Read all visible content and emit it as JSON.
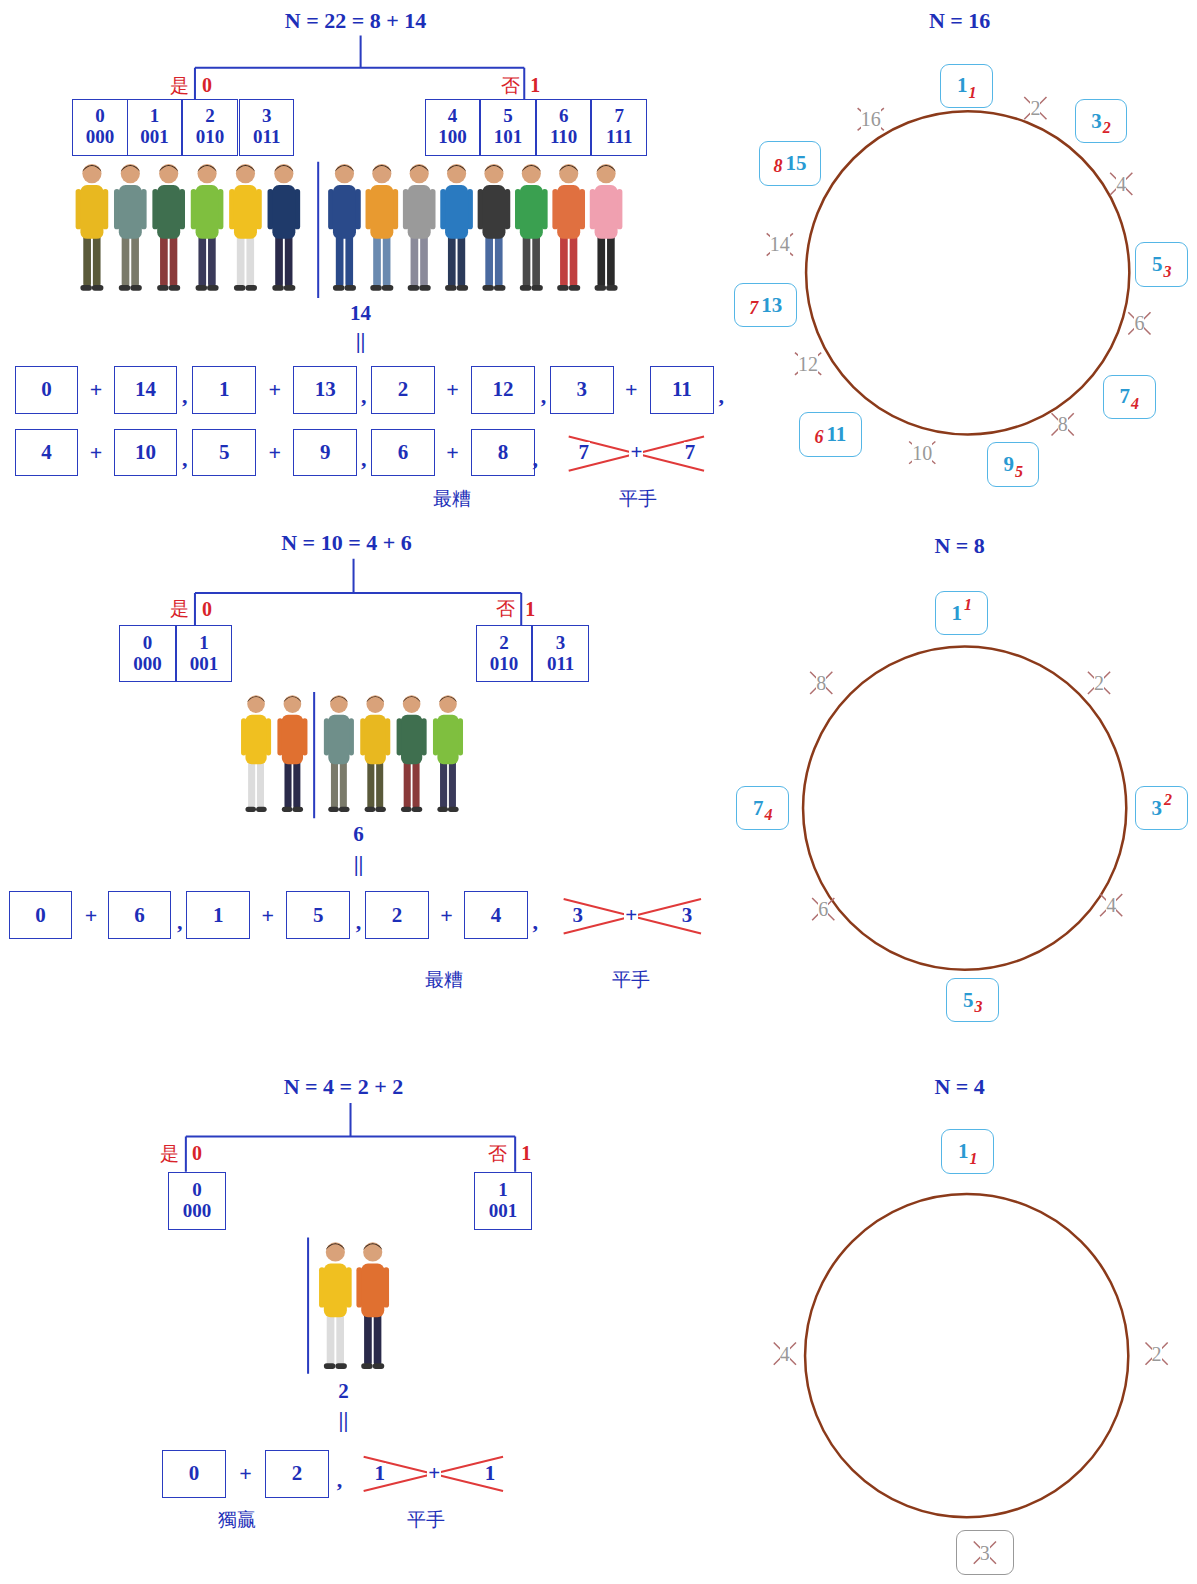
{
  "diagram": {
    "nodes": [
      {
        "text": [
          "0",
          "000"
        ]
      },
      {
        "text": [
          "1",
          "001"
        ]
      },
      {
        "text": [
          "2",
          "010"
        ]
      },
      {
        "text": [
          "3",
          "011"
        ]
      },
      {
        "text": [
          "4",
          "100"
        ]
      },
      {
        "text": [
          "5",
          "101"
        ]
      },
      {
        "text": [
          "6",
          "110"
        ]
      },
      {
        "text": [
          "7",
          "111"
        ]
      },
      {
        "text": [
          "0"
        ]
      },
      {
        "text": [
          "14"
        ]
      },
      {
        "text": [
          "1"
        ]
      },
      {
        "text": [
          "13"
        ]
      },
      {
        "text": [
          "2"
        ]
      },
      {
        "text": [
          "12"
        ]
      },
      {
        "text": [
          "3"
        ]
      },
      {
        "text": [
          "11"
        ]
      },
      {
        "text": [
          "4"
        ]
      },
      {
        "text": [
          "10"
        ]
      },
      {
        "text": [
          "5"
        ]
      },
      {
        "text": [
          "9"
        ]
      },
      {
        "text": [
          "6"
        ]
      },
      {
        "text": [
          "8"
        ]
      },
      {
        "text": [
          "1",
          "1"
        ]
      },
      {
        "text": [
          "3",
          "2"
        ]
      },
      {
        "text": [
          "5",
          "3"
        ]
      },
      {
        "text": [
          "7",
          "4"
        ]
      },
      {
        "text": [
          "9",
          "5"
        ]
      },
      {
        "text": [
          "6",
          "11"
        ]
      },
      {
        "text": [
          "7",
          "13"
        ]
      },
      {
        "text": [
          "8",
          "15"
        ]
      },
      {
        "text": [
          "0",
          "000"
        ]
      },
      {
        "text": [
          "1",
          "001"
        ]
      },
      {
        "text": [
          "2",
          "010"
        ]
      },
      {
        "text": [
          "3",
          "011"
        ]
      },
      {
        "text": [
          "0"
        ]
      },
      {
        "text": [
          "6"
        ]
      },
      {
        "text": [
          "1"
        ]
      },
      {
        "text": [
          "5"
        ]
      },
      {
        "text": [
          "2"
        ]
      },
      {
        "text": [
          "4"
        ]
      },
      {
        "text": [
          "1",
          "1"
        ]
      },
      {
        "text": [
          "3",
          "2"
        ]
      },
      {
        "text": [
          "5",
          "3"
        ]
      },
      {
        "text": [
          "7",
          "4"
        ]
      },
      {
        "text": [
          "0",
          "000"
        ]
      },
      {
        "text": [
          "1",
          "001"
        ]
      },
      {
        "text": [
          "0"
        ]
      },
      {
        "text": [
          "2"
        ]
      },
      {
        "text": [
          "1",
          "1"
        ]
      },
      {
        "text": [
          "3"
        ]
      }
    ],
    "labels": [
      "N = 22 = 8 + 14",
      "是",
      "0",
      "否",
      "1",
      "14",
      "||",
      "+",
      ",",
      "+",
      ",",
      "+",
      ",",
      "+",
      ",",
      "+",
      ",",
      "+",
      ",",
      "+",
      ",",
      "7",
      "+",
      "7",
      "最糟",
      "平手",
      "N = 16",
      "16",
      "2",
      "4",
      "6",
      "8",
      "10",
      "12",
      "14",
      "N = 10 = 4 + 6",
      "是",
      "0",
      "否",
      "1",
      "6",
      "||",
      "+",
      ",",
      "+",
      ",",
      "+",
      ",",
      "3",
      "+",
      "3",
      "最糟",
      "平手",
      "N = 8",
      "2",
      "4",
      "6",
      "8",
      "N = 4 = 2 + 2",
      "是",
      "0",
      "否",
      "1",
      "2",
      "||",
      "+",
      ",",
      "1",
      "+",
      "1",
      "獨贏",
      "平手",
      "N = 4",
      "2",
      "4"
    ]
  }
}
